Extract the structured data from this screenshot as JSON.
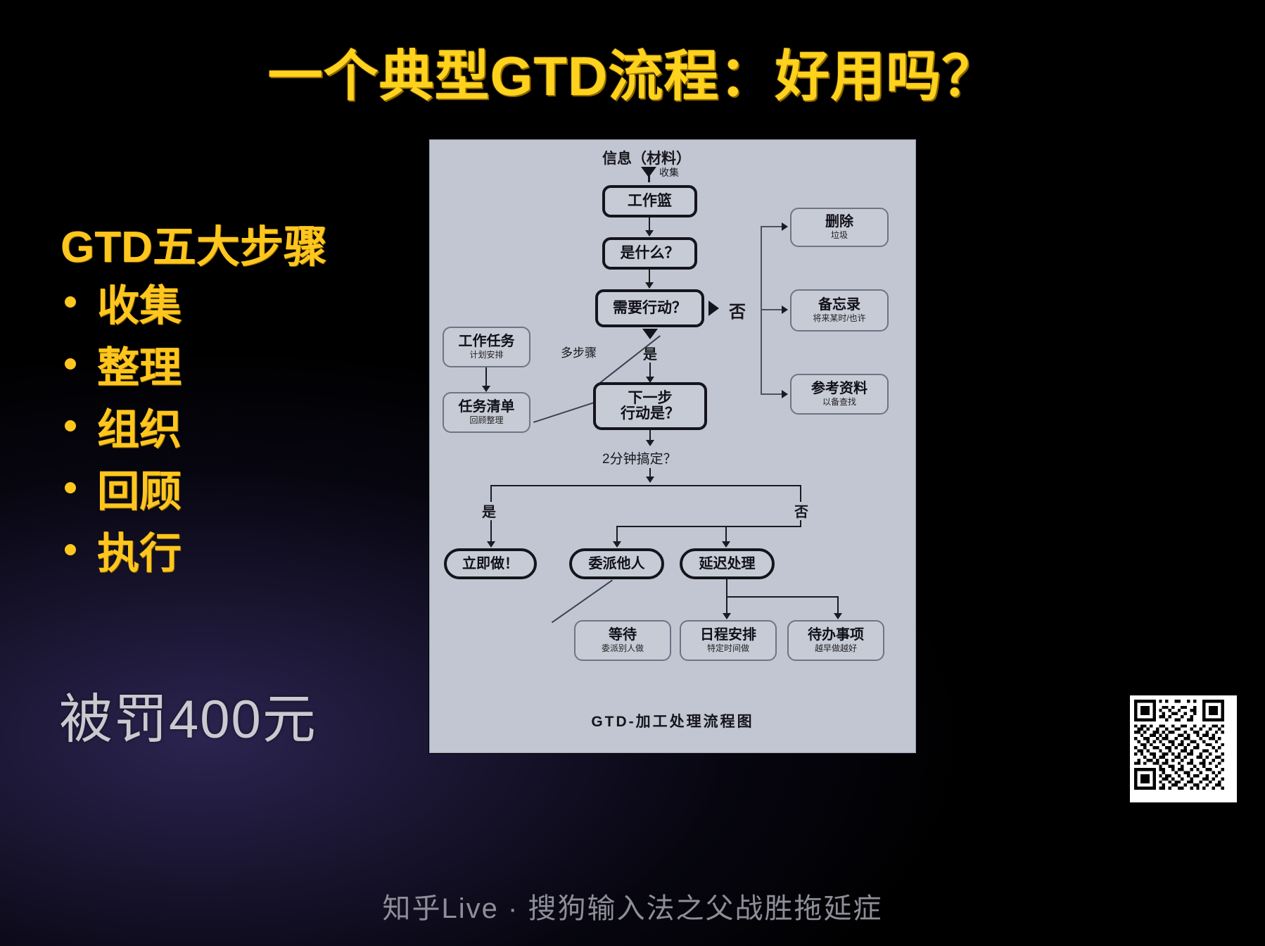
{
  "slide": {
    "title": "一个典型GTD流程：好用吗？",
    "left_heading": "GTD五大步骤",
    "steps": [
      "收集",
      "整理",
      "组织",
      "回顾",
      "执行"
    ],
    "penalty_text": "被罚400元",
    "footer": "知乎Live · 搜狗输入法之父战胜拖延症"
  },
  "flowchart": {
    "caption": "GTD-加工处理流程图",
    "nodes": {
      "source": "信息（材料）",
      "inbox": "工作篮",
      "what": "是什么？",
      "need_action": "需要行动？",
      "next_action_l1": "下一步",
      "next_action_l2": "行动是？",
      "project_title": "工作任务",
      "project_sub": "计划安排",
      "tasklist_title": "任务清单",
      "tasklist_sub": "回顾整理",
      "trash_title": "删除",
      "trash_sub": "垃圾",
      "someday_title": "备忘录",
      "someday_sub": "将来某时/也许",
      "reference_title": "参考资料",
      "reference_sub": "以备查找",
      "do_now": "立即做！",
      "delegate": "委派他人",
      "defer": "延迟处理",
      "waiting_title": "等待",
      "waiting_sub": "委派别人做",
      "calendar_title": "日程安排",
      "calendar_sub": "特定时间做",
      "todo_title": "待办事项",
      "todo_sub": "越早做越好"
    },
    "edge_labels": {
      "collect": "收集",
      "no_branch": "否",
      "yes_action": "是",
      "multistep": "多步骤",
      "two_minutes": "2分钟搞定？",
      "yes_2min": "是",
      "no_2min": "否"
    }
  },
  "colors": {
    "accent_yellow": "#FFD21E",
    "panel_bg": "#c2c6d2",
    "background": "#000000",
    "muted_text": "#8e8e98"
  }
}
